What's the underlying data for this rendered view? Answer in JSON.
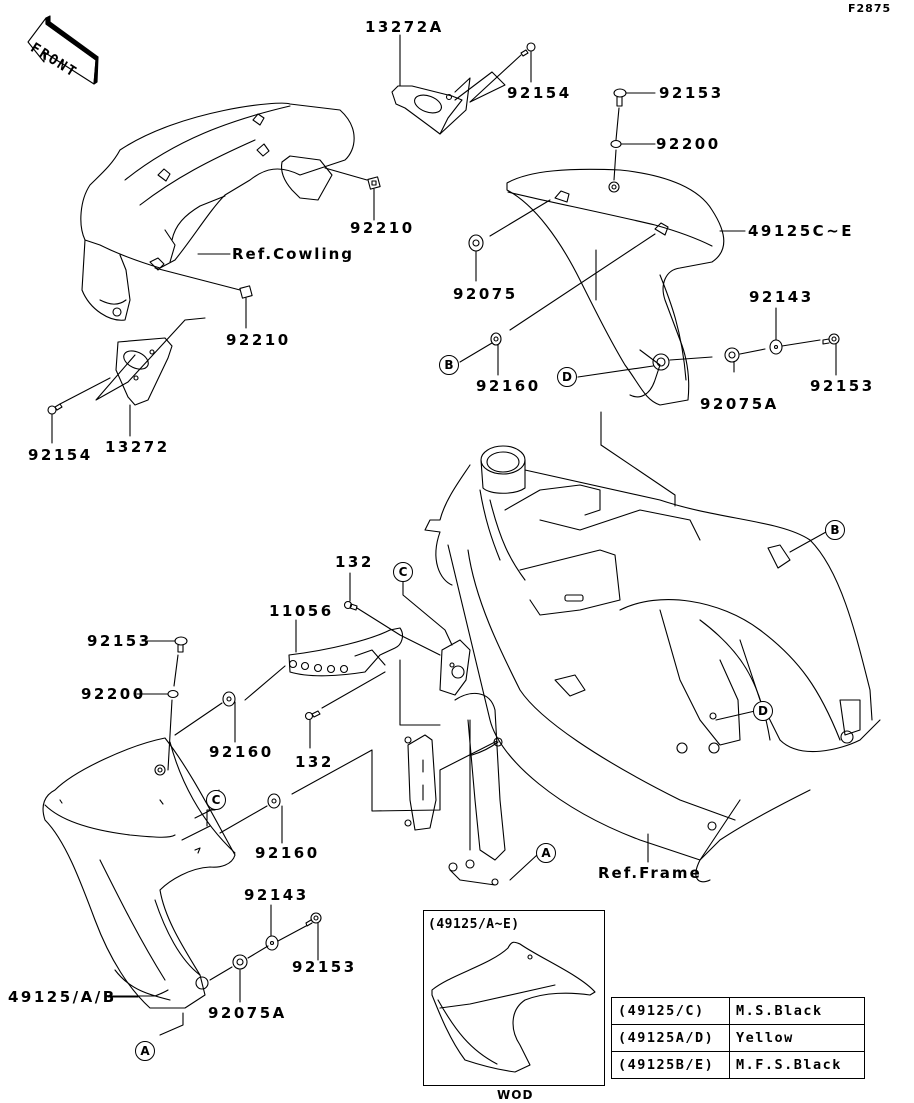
{
  "figure_number": "F2875",
  "front_indicator": "FRONT",
  "part_labels": {
    "p13272A": "13272A",
    "p92154_top": "92154",
    "p92153_top": "92153",
    "p92200_top": "92200",
    "p49125C_E": "49125C~E",
    "p92210_a": "92210",
    "p92210_b": "92210",
    "p92075": "92075",
    "p92143_top": "92143",
    "p92160_top": "92160",
    "p92075A_top": "92075A",
    "p92153_right": "92153",
    "p92154_left": "92154",
    "p13272": "13272",
    "p132_top": "132",
    "p11056": "11056",
    "p92153_left": "92153",
    "p92200_left": "92200",
    "p92160_mid": "92160",
    "p132_mid": "132",
    "p92160_low": "92160",
    "p92143_low": "92143",
    "p92153_low": "92153",
    "p49125_A_B": "49125/A/B",
    "p92075A_low": "92075A"
  },
  "references": {
    "cowling": "Ref.Cowling",
    "frame": "Ref.Frame"
  },
  "callouts": {
    "A1": "A",
    "A2": "A",
    "B1": "B",
    "B2": "B",
    "C1": "C",
    "C2": "C",
    "D1": "D",
    "D2": "D"
  },
  "inset": {
    "title": "(49125/A~E)",
    "caption": "WOD"
  },
  "color_table": [
    {
      "code": "(49125/C)",
      "color": "M.S.Black"
    },
    {
      "code": "(49125A/D)",
      "color": "Yellow"
    },
    {
      "code": "(49125B/E)",
      "color": "M.F.S.Black"
    }
  ]
}
